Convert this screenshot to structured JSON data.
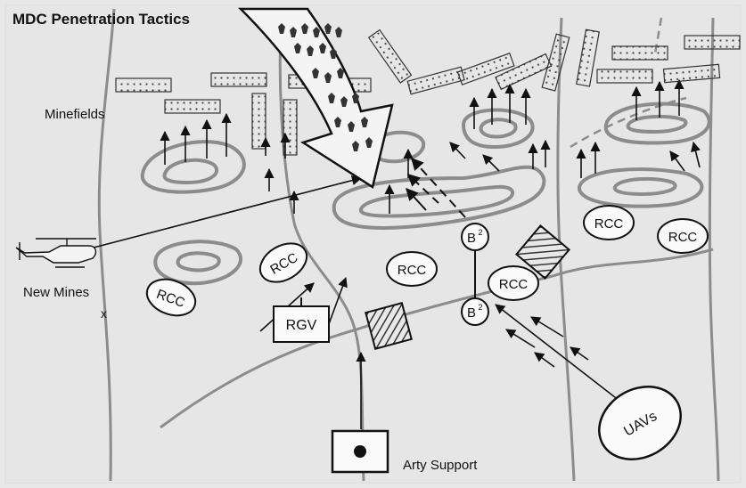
{
  "title": "MDC Penetration Tactics",
  "labels": {
    "minefields": "Minefields",
    "new_mines": "New Mines",
    "arty_support": "Arty Support"
  },
  "units": {
    "rcc": "RCC",
    "rgv": "RGV",
    "uavs": "UAVs",
    "b2": "B",
    "b2_sup": "2"
  },
  "colors": {
    "background": "#e8e8e8",
    "terrain_line": "#8c8c8c",
    "ink": "#111111",
    "minefield_fill": "#d6d6d6"
  },
  "icons": [
    "helicopter-icon",
    "penetration-arrow-icon",
    "obstacle-hatched-icon",
    "arty-battery-icon",
    "x-mark-icon"
  ]
}
